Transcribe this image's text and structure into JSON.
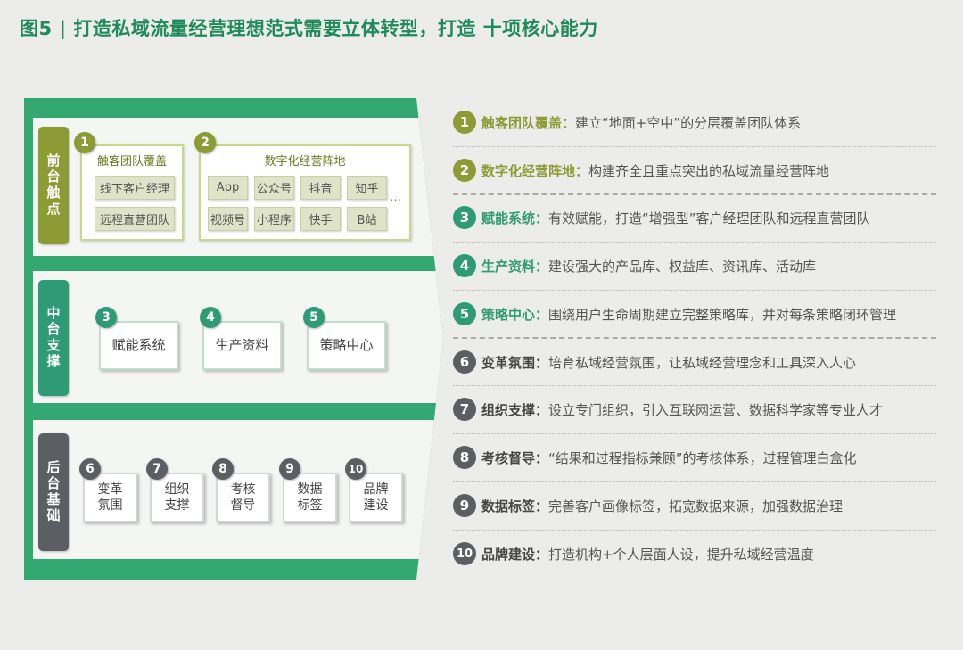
{
  "title": "图5 | 打造私域流量经营理想范式需要立体转型，打造  十项核心能力",
  "left": {
    "front": {
      "label": "前台触点",
      "group1": {
        "num": "1",
        "title": "触客团队覆盖",
        "chips": [
          "线下客户经理",
          "远程直营团队"
        ]
      },
      "group2": {
        "num": "2",
        "title": "数字化经营阵地",
        "chips": [
          "App",
          "公众号",
          "抖音",
          "知乎",
          "视频号",
          "小程序",
          "快手",
          "B站"
        ],
        "more": "…"
      }
    },
    "middle": {
      "label": "中台支撑",
      "boxes": [
        {
          "num": "3",
          "text": "赋能系统"
        },
        {
          "num": "4",
          "text": "生产资料"
        },
        {
          "num": "5",
          "text": "策略中心"
        }
      ]
    },
    "back": {
      "label": "后台基础",
      "boxes": [
        {
          "num": "6",
          "l1": "变革",
          "l2": "氛围"
        },
        {
          "num": "7",
          "l1": "组织",
          "l2": "支撑"
        },
        {
          "num": "8",
          "l1": "考核",
          "l2": "督导"
        },
        {
          "num": "9",
          "l1": "数据",
          "l2": "标签"
        },
        {
          "num": "10",
          "l1": "品牌",
          "l2": "建设"
        }
      ]
    }
  },
  "list": [
    {
      "num": "1",
      "head": "触客团队覆盖：",
      "desc": "建立“地面+空中”的分层覆盖团队体系"
    },
    {
      "num": "2",
      "head": "数字化经营阵地：",
      "desc": "构建齐全且重点突出的私域流量经营阵地"
    },
    {
      "num": "3",
      "head": "赋能系统：",
      "desc": "有效赋能，打造“增强型”客户经理团队和远程直营团队"
    },
    {
      "num": "4",
      "head": "生产资料：",
      "desc": "建设强大的产品库、权益库、资讯库、活动库"
    },
    {
      "num": "5",
      "head": "策略中心：",
      "desc": "围绕用户生命周期建立完整策略库，并对每条策略闭环管理"
    },
    {
      "num": "6",
      "head": "变革氛围：",
      "desc": "培育私域经营氛围，让私域经营理念和工具深入人心"
    },
    {
      "num": "7",
      "head": "组织支撑：",
      "desc": "设立专门组织，引入互联网运营、数据科学家等专业人才"
    },
    {
      "num": "8",
      "head": "考核督导：",
      "desc": "“结果和过程指标兼顾”的考核体系，过程管理白盒化"
    },
    {
      "num": "9",
      "head": "数据标签：",
      "desc": "完善客户画像标签，拓宽数据来源，加强数据治理"
    },
    {
      "num": "10",
      "head": "品牌建设：",
      "desc": "打造机构+个人层面人设，提升私域经营温度"
    }
  ]
}
